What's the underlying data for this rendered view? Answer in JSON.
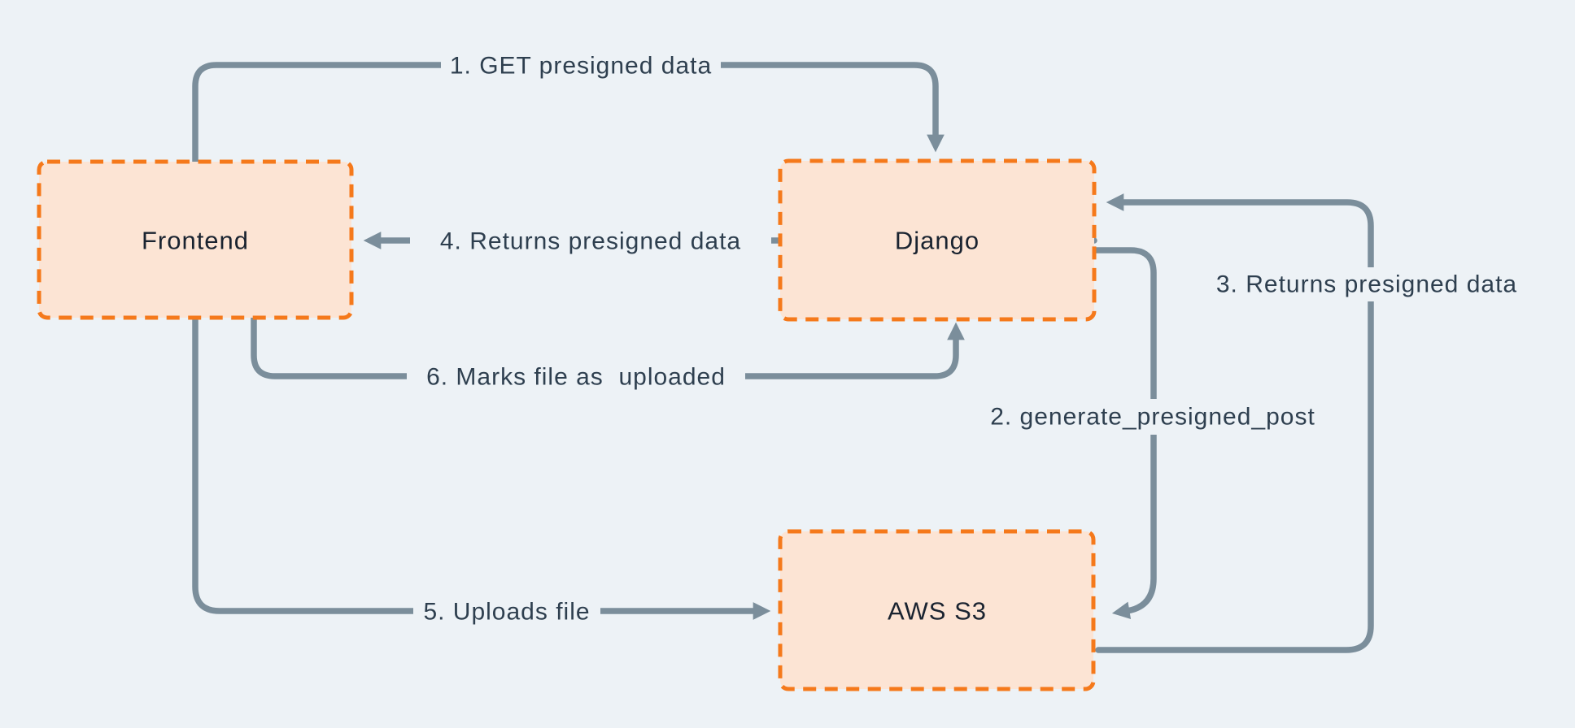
{
  "diagram": {
    "type": "flow-diagram",
    "colors": {
      "background": "#EDF2F6",
      "node_fill": "#FCE4D4",
      "node_border": "#F5791B",
      "edge": "#7B8E9B",
      "edge_label_text": "#2E3F4F",
      "node_label_text": "#1A2330"
    },
    "nodes": [
      {
        "id": "frontend",
        "label": "Frontend"
      },
      {
        "id": "django",
        "label": "Django"
      },
      {
        "id": "aws_s3",
        "label": "AWS S3"
      }
    ],
    "edges": [
      {
        "id": 1,
        "label": "1. GET presigned data",
        "from": "Frontend",
        "to": "Django"
      },
      {
        "id": 2,
        "label": "2. generate_presigned_post",
        "from": "Django",
        "to": "AWS S3"
      },
      {
        "id": 3,
        "label": "3. Returns presigned data",
        "from": "AWS S3",
        "to": "Django"
      },
      {
        "id": 4,
        "label": "4. Returns presigned data",
        "from": "Django",
        "to": "Frontend"
      },
      {
        "id": 5,
        "label": "5. Uploads file",
        "from": "Frontend",
        "to": "AWS S3"
      },
      {
        "id": 6,
        "label": "6. Marks file as  uploaded",
        "from": "Frontend",
        "to": "Django"
      }
    ]
  }
}
